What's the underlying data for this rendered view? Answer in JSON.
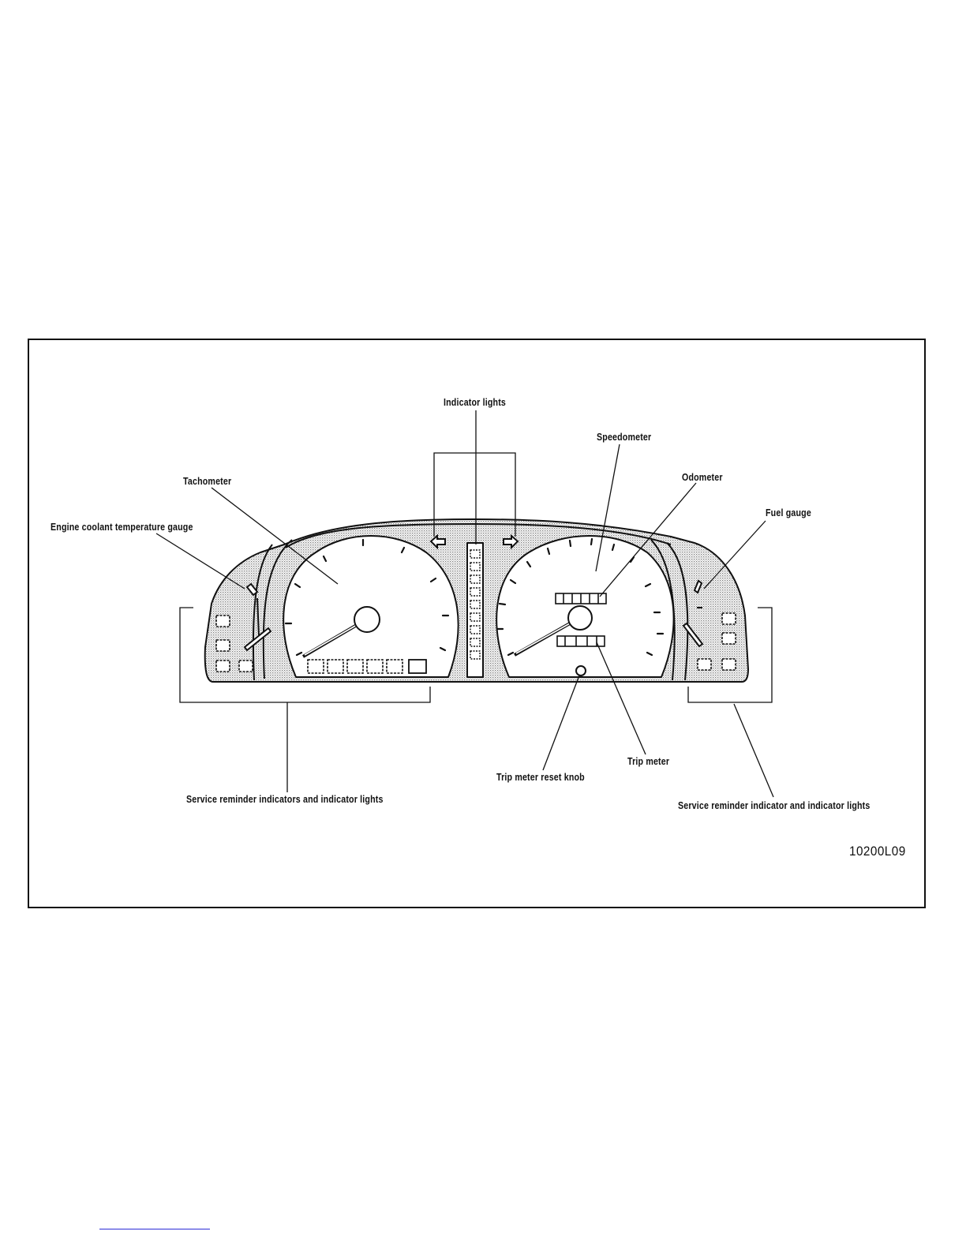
{
  "labels": {
    "indicator_lights": "Indicator lights",
    "speedometer": "Speedometer",
    "odometer": "Odometer",
    "tachometer": "Tachometer",
    "fuel_gauge": "Fuel gauge",
    "engine_coolant": "Engine coolant temperature gauge",
    "trip_meter": "Trip meter",
    "trip_meter_reset_knob": "Trip meter reset knob",
    "service_left": "Service reminder indicators and indicator lights",
    "service_right": "Service reminder indicator and indicator lights"
  },
  "figure_code": "10200L09",
  "colors": {
    "line": "#111111",
    "shade_dot": "#8a8a8a",
    "footer_link": "#2b2bd6"
  }
}
